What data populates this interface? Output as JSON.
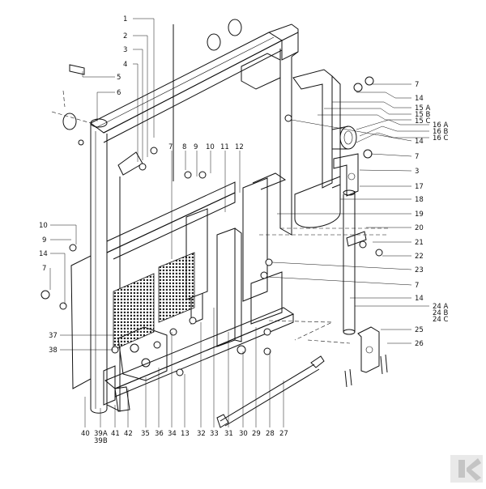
{
  "diagram": {
    "callouts_top": [
      "1",
      "2",
      "3",
      "4",
      "5",
      "6"
    ],
    "callouts_right": [
      "7",
      "14",
      "15 A",
      "15 B",
      "15 C",
      "16 A",
      "16 B",
      "16 C",
      "14",
      "7",
      "3",
      "17",
      "18",
      "19",
      "20",
      "21",
      "22",
      "23",
      "7",
      "14",
      "24 A",
      "24 B",
      "24 C",
      "25",
      "26"
    ],
    "callouts_mid": [
      "7",
      "8",
      "9",
      "10",
      "11",
      "12"
    ],
    "callouts_left": [
      "10",
      "9",
      "14",
      "7",
      "37",
      "38"
    ],
    "callouts_bottom": [
      "40",
      "39A",
      "39B",
      "41",
      "42",
      "35",
      "36",
      "34",
      "13",
      "32",
      "33",
      "31",
      "30",
      "29",
      "28",
      "27"
    ]
  },
  "logo": {
    "name": "kramp-logo",
    "glyph": "K"
  }
}
